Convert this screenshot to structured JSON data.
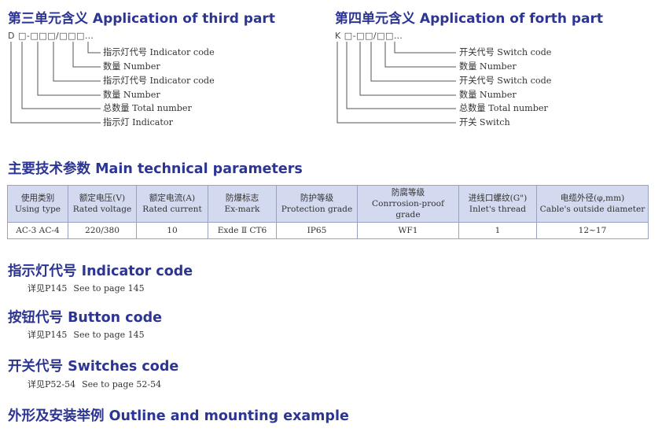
{
  "part3": {
    "title": "第三单元含义 Application of third part",
    "code": "D □-□□□/□□□…",
    "labels": [
      "指示灯代号 Indicator code",
      "数量 Number",
      "指示灯代号 Indicator code",
      "数量 Number",
      "总数量 Total number",
      "指示灯 Indicator"
    ]
  },
  "part4": {
    "title": "第四单元含义 Application of forth part",
    "code": "K □-□□/□□…",
    "labels": [
      "开关代号 Switch code",
      "数量 Number",
      "开关代号 Switch code",
      "数量 Number",
      "总数量 Total number",
      "开关 Switch"
    ]
  },
  "params": {
    "title": "主要技术参数 Main technical parameters",
    "headers": [
      {
        "cn": "使用类别",
        "en": "Using type"
      },
      {
        "cn": "额定电压(V)",
        "en": "Rated voltage"
      },
      {
        "cn": "额定电流(A)",
        "en": "Rated current"
      },
      {
        "cn": "防爆标志",
        "en": "Ex-mark"
      },
      {
        "cn": "防护等级",
        "en": "Protection grade"
      },
      {
        "cn": "防腐等级",
        "en": "Conrrosion-proof grade"
      },
      {
        "cn": "进线口螺纹(G\")",
        "en": "Inlet's thread"
      },
      {
        "cn": "电缆外径(φ,mm)",
        "en": "Cable's outside diameter"
      }
    ],
    "row": [
      "AC-3 AC-4",
      "220/380",
      "10",
      "Exde Ⅱ CT6",
      "IP65",
      "WF1",
      "1",
      "12~17"
    ]
  },
  "indicator": {
    "title": "指示灯代号 Indicator code",
    "ref_cn": "详见P145",
    "ref_en": "See to page 145"
  },
  "button": {
    "title": "按钮代号 Button code",
    "ref_cn": "详见P145",
    "ref_en": "See to page 145"
  },
  "switches": {
    "title": "开关代号 Switches code",
    "ref_cn": "详见P52-54",
    "ref_en": "See to page 52-54"
  },
  "outline": {
    "title": "外形及安装举例 Outline and mounting example"
  }
}
